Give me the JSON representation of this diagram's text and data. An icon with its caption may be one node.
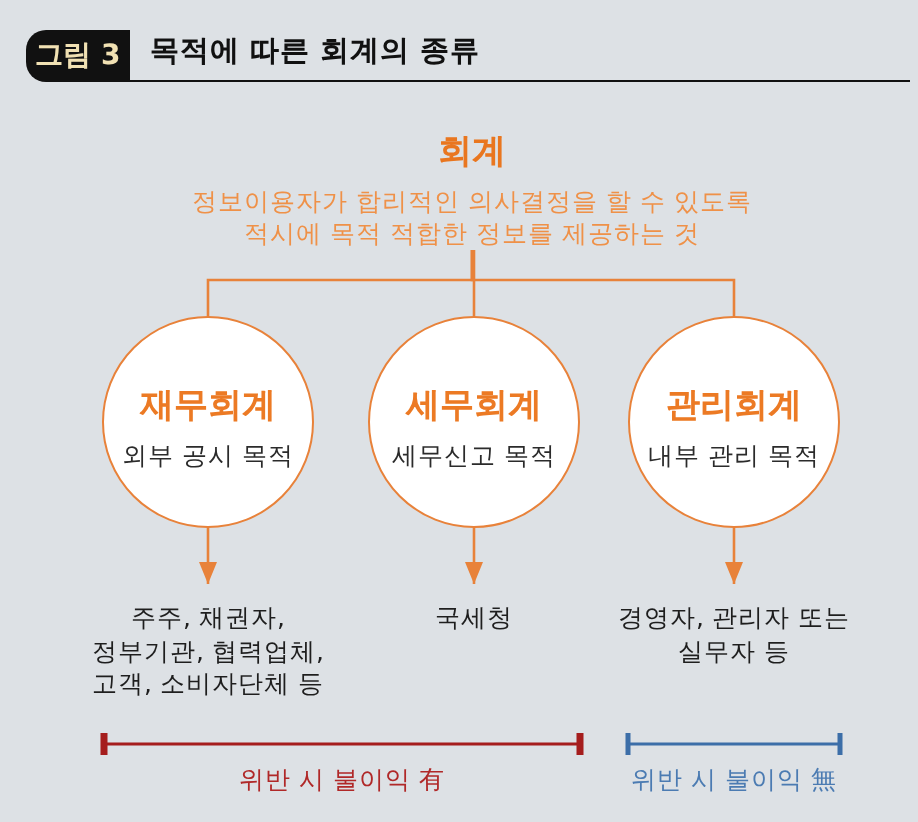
{
  "diagram": {
    "title": "목적에 따른 회계의 종류",
    "nodes": [
      {
        "text": [
          "회계",
          "정보이용자가 합리적인 의사결정을 할 수 있도록 적시에 목적 적합한 정보를 제공하는 것"
        ]
      },
      {
        "text": [
          "재무회계",
          "외부 공시 목적"
        ]
      },
      {
        "text": [
          "세무회계",
          "세무신고 목적"
        ]
      },
      {
        "text": [
          "관리회계",
          "내부 관리 목적"
        ]
      },
      {
        "text": [
          "주주, 채권자, 정부기관, 협력업체, 고객, 소비자단체 등"
        ]
      },
      {
        "text": [
          "국세청"
        ]
      },
      {
        "text": [
          "경영자, 관리자 또는 실무자 등"
        ]
      }
    ],
    "edges": [
      {
        "from": 0,
        "to": 1,
        "arrow": "none"
      },
      {
        "from": 0,
        "to": 2,
        "arrow": "none"
      },
      {
        "from": 0,
        "to": 3,
        "arrow": "none"
      },
      {
        "from": 1,
        "to": 4,
        "arrow": "to"
      },
      {
        "from": 2,
        "to": 5,
        "arrow": "to"
      },
      {
        "from": 3,
        "to": 6,
        "arrow": "to"
      }
    ],
    "labels": [
      "그림 3",
      "위반 시 불이익 有",
      "위반 시 불이익 無"
    ]
  }
}
